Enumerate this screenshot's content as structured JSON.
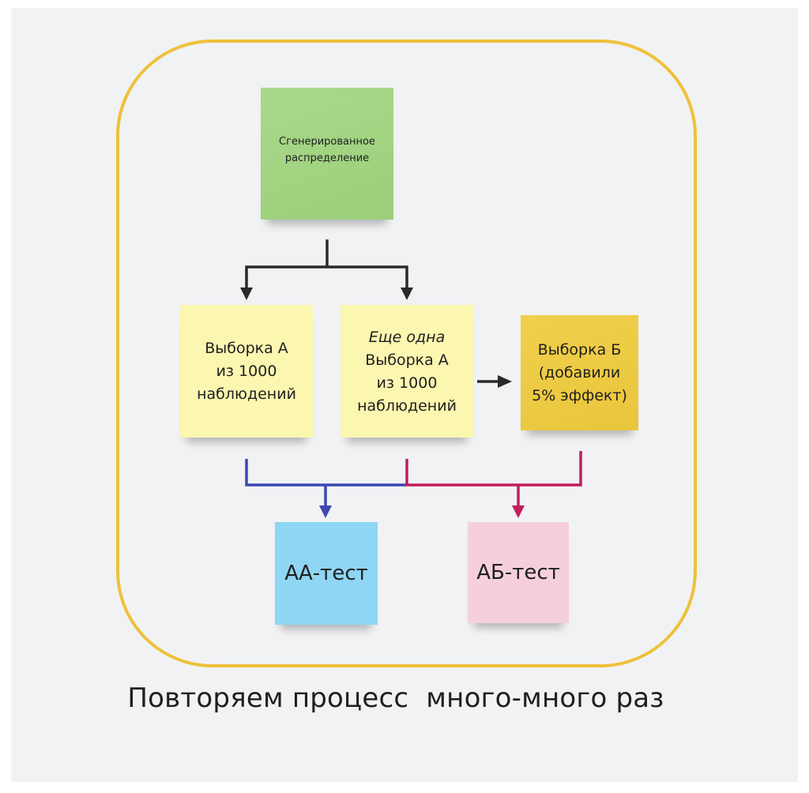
{
  "diagram": {
    "nodes": {
      "generated": {
        "text": "Сгенерированное распределение",
        "lines": [
          "Сгенерированное",
          "распределение"
        ]
      },
      "sample_a": {
        "lines": [
          "Выборка А",
          "из 1000",
          "наблюдений"
        ]
      },
      "sample_a2": {
        "emphasis": "Еще одна",
        "lines": [
          "Выборка А",
          "из 1000",
          "наблюдений"
        ]
      },
      "sample_b": {
        "lines": [
          "Выборка Б",
          "(добавили",
          "5% эффект)"
        ]
      },
      "aa_test": {
        "label": "АА-тест"
      },
      "ab_test": {
        "label": "АБ-тест"
      }
    },
    "caption": "Повторяем процесс  много-много раз",
    "colors": {
      "frame": "#eec13a",
      "arrow_dark": "#2a2a2a",
      "arrow_aa": "#3c48b0",
      "arrow_ab": "#c21d5e",
      "note_green": "#a3d483",
      "note_yellow_light": "#fbf6b0",
      "note_yellow_dark": "#edc944",
      "note_blue": "#8ed6f3",
      "note_pink": "#f6cfdc",
      "background": "#f1f2f4"
    },
    "edges": [
      {
        "from": "generated",
        "to": "sample_a",
        "color": "arrow_dark"
      },
      {
        "from": "generated",
        "to": "sample_a2",
        "color": "arrow_dark"
      },
      {
        "from": "sample_a2",
        "to": "sample_b",
        "color": "arrow_dark"
      },
      {
        "from": "sample_a",
        "to": "aa_test",
        "color": "arrow_aa"
      },
      {
        "from": "sample_a2",
        "to": "aa_test",
        "color": "arrow_aa"
      },
      {
        "from": "sample_a2",
        "to": "ab_test",
        "color": "arrow_ab"
      },
      {
        "from": "sample_b",
        "to": "ab_test",
        "color": "arrow_ab"
      }
    ]
  }
}
